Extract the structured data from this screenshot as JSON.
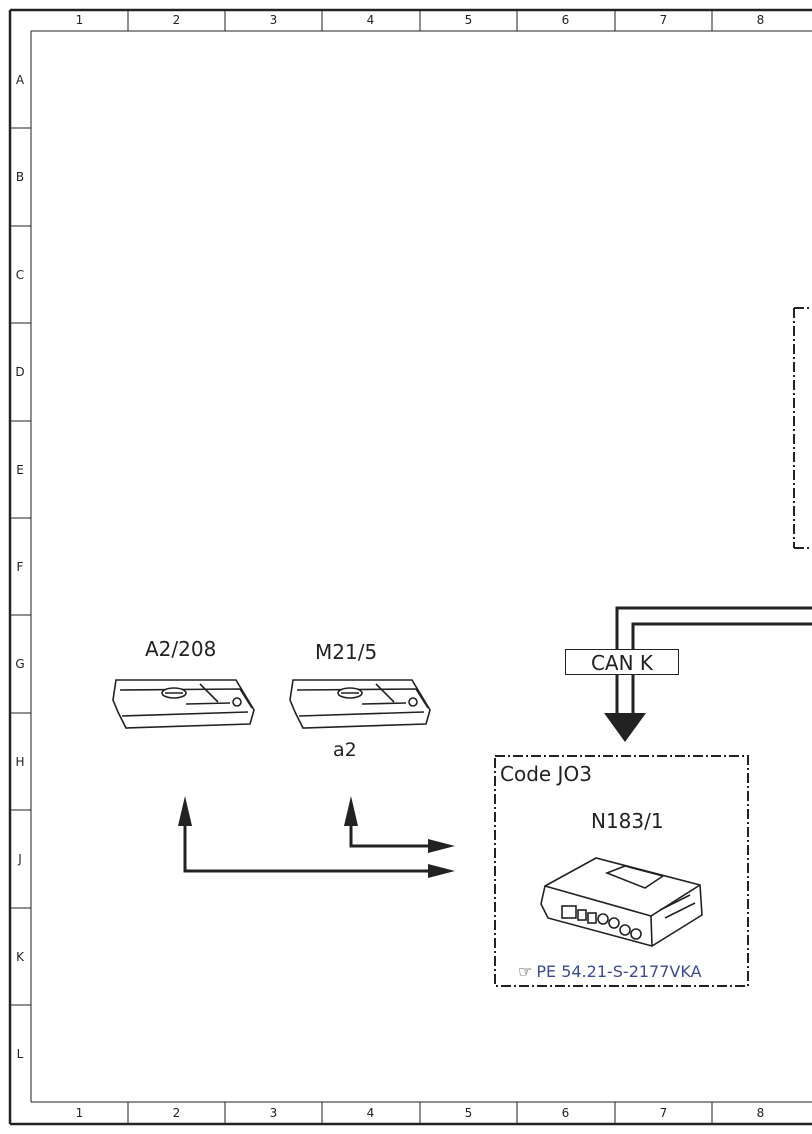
{
  "grid": {
    "columns": [
      "1",
      "2",
      "3",
      "4",
      "5",
      "6",
      "7",
      "8"
    ],
    "rows": [
      "A",
      "B",
      "C",
      "D",
      "E",
      "F",
      "G",
      "H",
      "J",
      "K",
      "L"
    ]
  },
  "components": {
    "a2_208": {
      "label": "A2/208"
    },
    "m21_5": {
      "label": "M21/5",
      "sub_label": "a2"
    },
    "n183_1": {
      "label": "N183/1",
      "group_label": "Code JO3"
    }
  },
  "bus": {
    "label": "CAN K"
  },
  "reference": {
    "text": "PE 54.21-S-2177VKA",
    "icon": "pointing-hand-icon"
  }
}
